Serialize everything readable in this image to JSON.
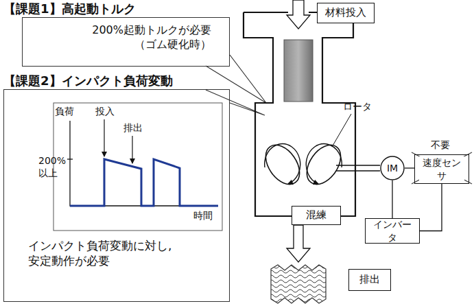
{
  "diagram": {
    "nodes": [
      {
        "text": [
          "200%起動トルクが必要 （ゴム硬化時）"
        ]
      },
      {
        "text": [
          "インパクト負荷変動に対し, 安定動作が必要"
        ]
      },
      {
        "text": [
          "材料投入"
        ]
      },
      {
        "text": [
          "混練"
        ]
      },
      {
        "text": [
          "排出"
        ]
      },
      {
        "text": [
          "IM"
        ]
      },
      {
        "text": [
          "速度センサ"
        ]
      },
      {
        "text": [
          "インバータ"
        ]
      }
    ],
    "edges": [
      {
        "from": 5,
        "to": 6,
        "arrow": "none"
      },
      {
        "from": 5,
        "to": 7,
        "arrow": "none"
      },
      {
        "from": 7,
        "to": 6,
        "arrow": "none"
      }
    ],
    "labels": [
      "【課題1】高起動トルク",
      "【課題2】インパクト負荷変動",
      "負荷",
      "投入",
      "排出",
      "200% 以上",
      "時間",
      "ロータ",
      "不要"
    ]
  }
}
